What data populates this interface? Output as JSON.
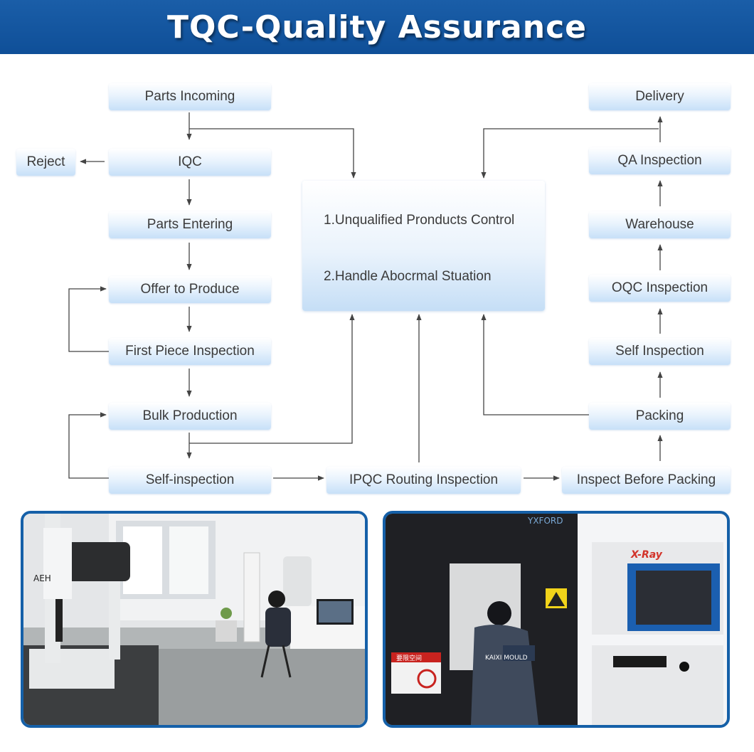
{
  "header": {
    "title": "TQC-Quality Assurance"
  },
  "nodes": {
    "parts_incoming": "Parts Incoming",
    "iqc": "IQC",
    "reject": "Reject",
    "parts_entering": "Parts Entering",
    "offer_to_produce": "Offer to Produce",
    "first_piece_inspection": "First Piece Inspection",
    "bulk_production": "Bulk Production",
    "self_inspection_left": "Self-inspection",
    "ipqc_routing_inspection": "IPQC Routing Inspection",
    "inspect_before_packing": "Inspect Before Packing",
    "packing": "Packing",
    "self_inspection_right": "Self Inspection",
    "oqc_inspection": "OQC Inspection",
    "warehouse": "Warehouse",
    "qa_inspection": "QA Inspection",
    "delivery": "Delivery"
  },
  "center": {
    "line1": "1.Unqualified Pronducts Control",
    "line2": "2.Handle Abocrmal Stuation"
  },
  "photos": {
    "left": {
      "machine_brand": "AEH"
    },
    "right": {
      "machine_brand": "YXFORD",
      "xray_label": "X-Ray",
      "warning_sign": "要限空间",
      "shirt_text": "KAIXI MOULD"
    }
  },
  "colors": {
    "banner": "#0f4f98",
    "node_light": "#ffffff",
    "node_dark": "#c7e0f8",
    "connector": "#444444",
    "photo_border": "#1560a8"
  }
}
